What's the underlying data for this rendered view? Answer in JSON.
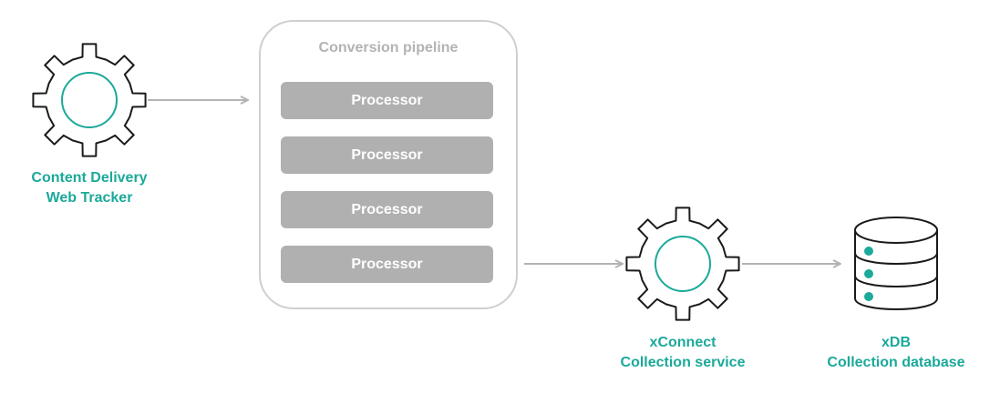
{
  "colors": {
    "accent": "#1ba99a",
    "gear_outline": "#1a1a1a",
    "arrow": "#b3b3b3",
    "processor_fill": "#b0b0b0",
    "pipeline_border": "#cfcfcf"
  },
  "web_tracker": {
    "icon": "gear-icon",
    "label_line1": "Content Delivery",
    "label_line2": "Web Tracker"
  },
  "pipeline": {
    "title": "Conversion pipeline",
    "processors": [
      "Processor",
      "Processor",
      "Processor",
      "Processor"
    ]
  },
  "xconnect": {
    "icon": "gear-icon",
    "label_line1": "xConnect",
    "label_line2": "Collection service"
  },
  "xdb": {
    "icon": "database-icon",
    "label_line1": "xDB",
    "label_line2": "Collection database"
  }
}
